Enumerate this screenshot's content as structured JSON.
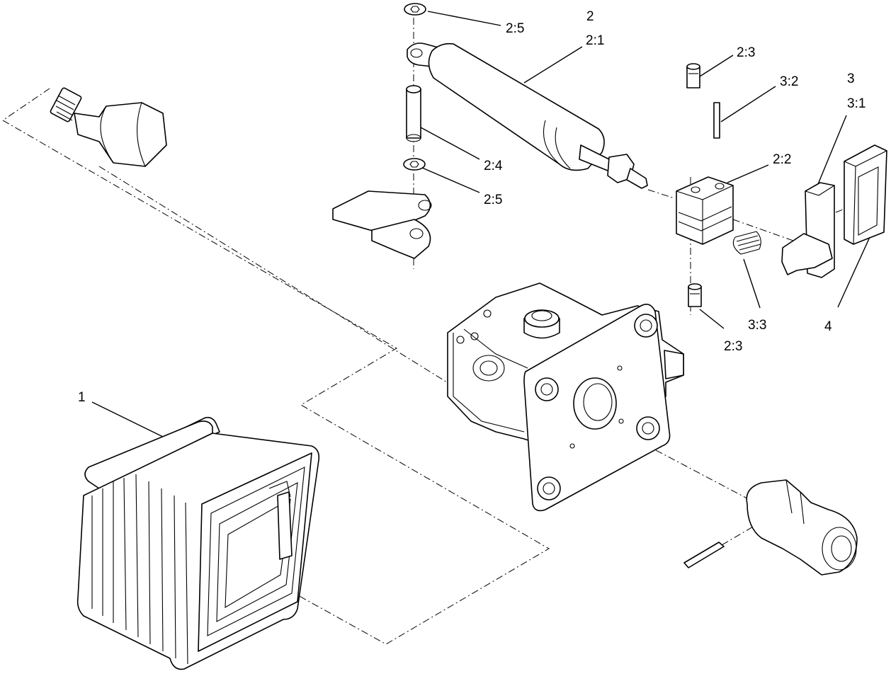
{
  "labels": {
    "l1": "1",
    "l2": "2",
    "l2_1": "2:1",
    "l2_2": "2:2",
    "l2_3_top": "2:3",
    "l2_3_bot": "2:3",
    "l2_4": "2:4",
    "l2_5_top": "2:5",
    "l2_5_mid": "2:5",
    "l3": "3",
    "l3_1": "3:1",
    "l3_2": "3:2",
    "l3_3": "3:3",
    "l4": "4"
  }
}
